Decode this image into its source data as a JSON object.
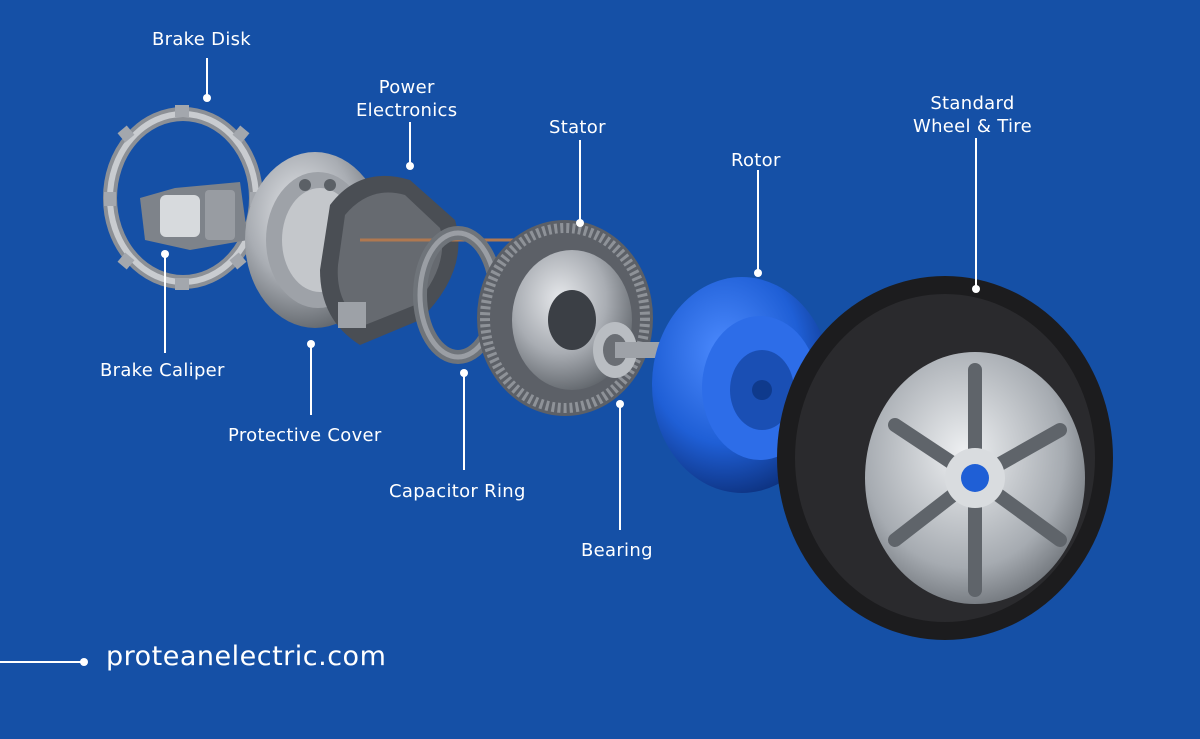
{
  "labels": {
    "brake_disk": "Brake Disk",
    "power_electronics_line1": "Power",
    "power_electronics_line2": "Electronics",
    "stator": "Stator",
    "rotor": "Rotor",
    "wheel_line1": "Standard",
    "wheel_line2": "Wheel & Tire",
    "brake_caliper": "Brake Caliper",
    "protective_cover": "Protective Cover",
    "capacitor_ring": "Capacitor Ring",
    "bearing": "Bearing"
  },
  "website": "proteanelectric.com",
  "colors": {
    "background": "#1550a6",
    "label_text": "#ffffff",
    "rotor_blue": "#1f5fd6",
    "tire_black": "#1c1c1e",
    "metal_grey": "#b8bcc2"
  }
}
